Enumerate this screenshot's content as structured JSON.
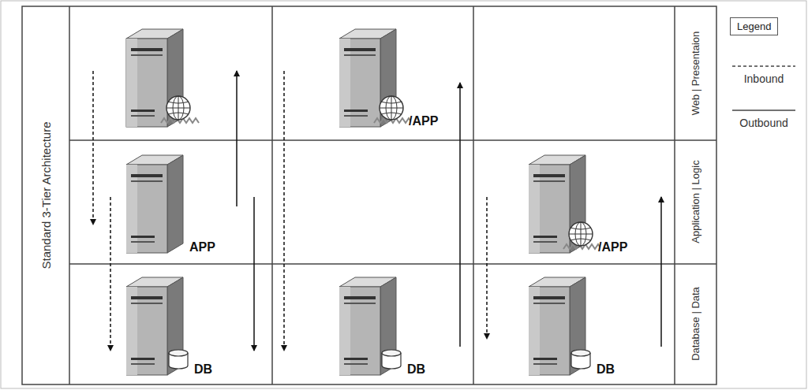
{
  "diagram": {
    "title": "Standard 3-Tier Architecture",
    "nodes": [
      {
        "text": [
          "/APP"
        ]
      },
      {
        "text": [
          "APP"
        ]
      },
      {
        "text": [
          "/APP"
        ]
      },
      {
        "text": [
          "DB"
        ]
      },
      {
        "text": [
          "DB"
        ]
      },
      {
        "text": [
          "DB"
        ]
      },
      {
        "text": [
          "Legend"
        ]
      }
    ],
    "labels": [
      "Web | Presentaion",
      "Application | Logic",
      "Database | Data"
    ],
    "legend": [
      {
        "text": "Inbound"
      },
      {
        "text": "Outbound"
      }
    ]
  }
}
